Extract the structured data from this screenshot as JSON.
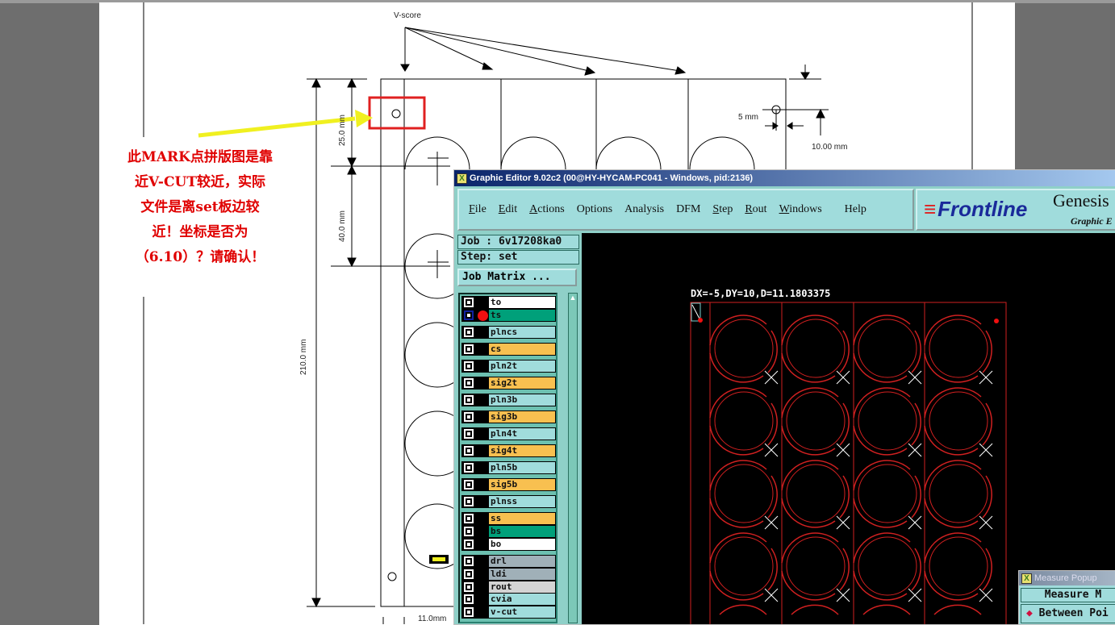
{
  "document": {
    "vscore_label": "V-score",
    "dim_25": "25.0 mm",
    "dim_40": "40.0 mm",
    "dim_210": "210.0 mm",
    "dim_5": "5 mm",
    "dim_10": "10.00 mm",
    "dim_11": "11.0mm",
    "note_lines": [
      "此MARK点拼版图是靠",
      "近V-CUT较近，实际",
      "文件是离set板边较",
      "近！坐标是否为",
      "（6.10）？请确认！"
    ]
  },
  "editor": {
    "title": "Graphic Editor 9.02c2 (00@HY-HYCAM-PC041 - Windows, pid:2136)",
    "menu": [
      "File",
      "Edit",
      "Actions",
      "Options",
      "Analysis",
      "DFM",
      "Step",
      "Rout",
      "Windows",
      "Help"
    ],
    "logo_brand": "Frontline",
    "logo_product": "Genesis",
    "logo_sub": "Graphic E",
    "job": "Job : 6v17208ka0",
    "step": "Step: set",
    "job_matrix": "Job Matrix ...",
    "measure_readout": "DX=-5,DY=10,D=11.1803375",
    "layers": [
      {
        "name": "to",
        "color": "#ffffff"
      },
      {
        "name": "ts",
        "color": "#00a07a"
      },
      {
        "name": "plncs",
        "color": "#a0dcdc"
      },
      {
        "name": "cs",
        "color": "#f8c050"
      },
      {
        "name": "pln2t",
        "color": "#a0dcdc"
      },
      {
        "name": "sig2t",
        "color": "#f8c050"
      },
      {
        "name": "pln3b",
        "color": "#a0dcdc"
      },
      {
        "name": "sig3b",
        "color": "#f8c050"
      },
      {
        "name": "pln4t",
        "color": "#a0dcdc"
      },
      {
        "name": "sig4t",
        "color": "#f8c050"
      },
      {
        "name": "pln5b",
        "color": "#a0dcdc"
      },
      {
        "name": "sig5b",
        "color": "#f8c050"
      },
      {
        "name": "plnss",
        "color": "#a0dcdc"
      },
      {
        "name": "ss",
        "color": "#f8c050"
      },
      {
        "name": "bs",
        "color": "#00a07a"
      },
      {
        "name": "bo",
        "color": "#ffffff"
      },
      {
        "name": "drl",
        "color": "#a0b0b8"
      },
      {
        "name": "ldi",
        "color": "#a0b0b8"
      },
      {
        "name": "rout",
        "color": "#d4d4d4"
      },
      {
        "name": "cvia",
        "color": "#a0dcdc"
      },
      {
        "name": "v-cut",
        "color": "#a0dcdc"
      }
    ]
  },
  "measure_popup": {
    "title": "Measure Popup",
    "header": "Measure M",
    "option": "Between Poi"
  }
}
